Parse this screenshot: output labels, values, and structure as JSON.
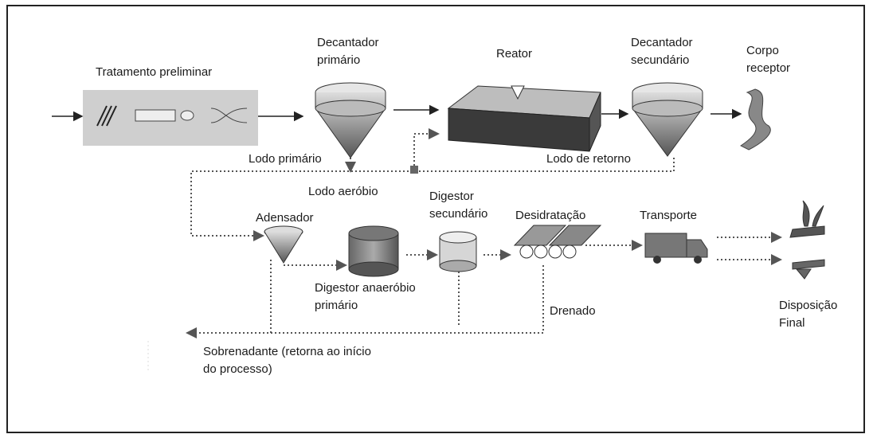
{
  "labels": {
    "tratamento_preliminar": "Tratamento preliminar",
    "decantador_primario_1": "Decantador",
    "decantador_primario_2": "primário",
    "reator": "Reator",
    "decantador_secundario_1": "Decantador",
    "decantador_secundario_2": "secundário",
    "corpo_receptor_1": "Corpo",
    "corpo_receptor_2": "receptor",
    "lodo_primario": "Lodo primário",
    "lodo_de_retorno": "Lodo de retorno",
    "lodo_aerobio": "Lodo aeróbio",
    "adensador": "Adensador",
    "digestor_secundario_1": "Digestor",
    "digestor_secundario_2": "secundário",
    "desidratacao": "Desidratação",
    "transporte": "Transporte",
    "digestor_anaerobio_1": "Digestor anaeróbio",
    "digestor_anaerobio_2": "primário",
    "drenado": "Drenado",
    "disposicao_final_1": "Disposição",
    "disposicao_final_2": "Final",
    "sobrenadante_1": "Sobrenadante (retorna ao início",
    "sobrenadante_2": "do processo)"
  }
}
